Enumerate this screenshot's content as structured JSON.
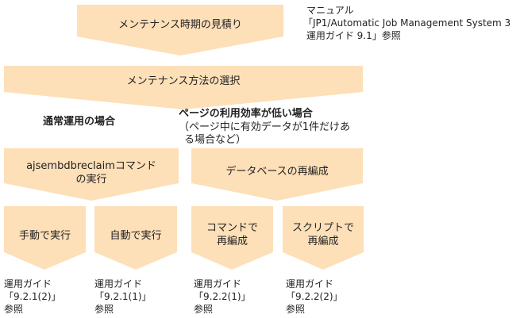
{
  "colors": {
    "fill": "#fddfb8",
    "text": "#222222",
    "background": "#ffffff"
  },
  "steps": {
    "estimate": "メンテナンス時期の見積り",
    "method": "メンテナンス方法の選択"
  },
  "manual_note": {
    "line1": "マニュアル",
    "line2": "「JP1/Automatic Job Management System 3",
    "line3": " 運用ガイド 9.1」参照"
  },
  "branches": {
    "normal": {
      "heading": "通常運用の場合"
    },
    "low": {
      "heading": "ページの利用効率が低い場合",
      "note1": "（ページ中に有効データが1件だけあ",
      "note2": "る場合など）"
    }
  },
  "actions": {
    "reclaim": {
      "line1": "ajsembdbreclaimコマンド",
      "line2": "の実行"
    },
    "reorg": {
      "label": "データベースの再編成"
    }
  },
  "leaves": {
    "manual_exec": {
      "label": "手動で実行",
      "ref1": "運用ガイド",
      "ref2": "「9.2.1(2)」",
      "ref3": "参照"
    },
    "auto_exec": {
      "label": "自動で実行",
      "ref1": "運用ガイド",
      "ref2": "「9.2.1(1)」",
      "ref3": "参照"
    },
    "cmd_reorg": {
      "line1": "コマンドで",
      "line2": "再編成",
      "ref1": "運用ガイド",
      "ref2": "「9.2.2(1)」",
      "ref3": "参照"
    },
    "script_reorg": {
      "line1": "スクリプトで",
      "line2": "再編成",
      "ref1": "運用ガイド",
      "ref2": "「9.2.2(2)」",
      "ref3": "参照"
    }
  }
}
